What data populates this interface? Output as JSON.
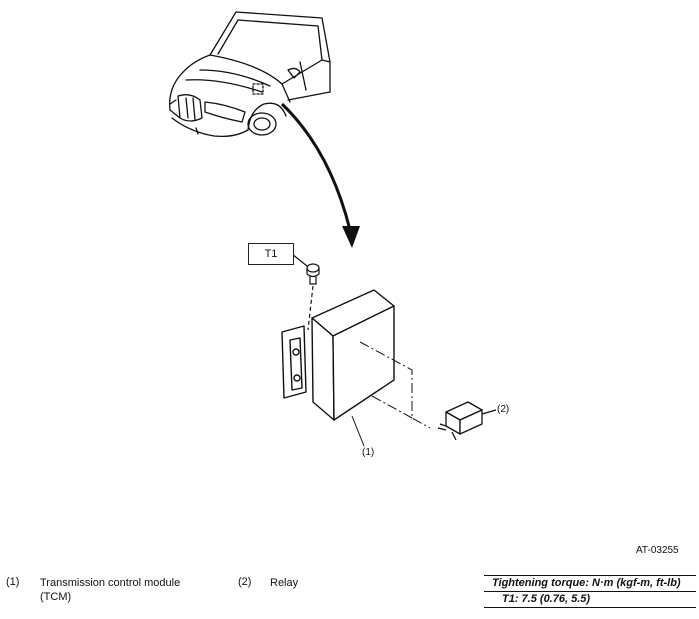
{
  "diagram": {
    "fastener_label": "T1",
    "callouts": {
      "tcm": "(1)",
      "relay": "(2)"
    },
    "reference_code": "AT-03255"
  },
  "legend": [
    {
      "number": "(1)",
      "text": "Transmission control module (TCM)"
    },
    {
      "number": "(2)",
      "text": "Relay"
    }
  ],
  "torque_spec": {
    "heading": "Tightening torque: N·m (kgf-m, ft-lb)",
    "values": "T1:   7.5 (0.76, 5.5)"
  }
}
